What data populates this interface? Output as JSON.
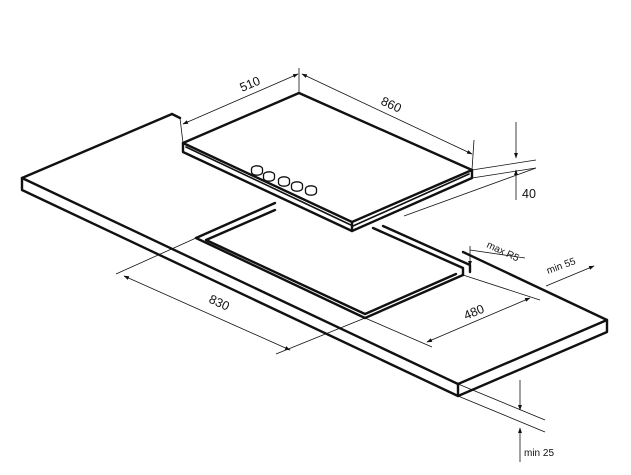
{
  "diagram": {
    "hob": {
      "depth_label": "510",
      "width_label": "860",
      "height_label": "40",
      "knob_count": 5
    },
    "cutout": {
      "width_label": "830",
      "depth_label": "480",
      "corner_label": "max R5",
      "rear_margin_label": "min 55",
      "worktop_thickness_label": "min 25"
    },
    "colors": {
      "line": "#111111",
      "background": "#ffffff"
    }
  }
}
